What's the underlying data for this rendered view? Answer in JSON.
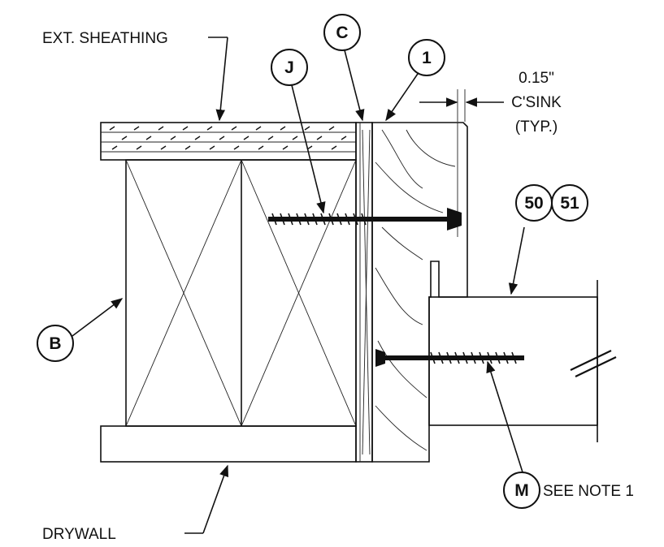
{
  "labels": {
    "ext_sheathing": "EXT. SHEATHING",
    "drywall": "DRYWALL",
    "countersink_dim": "0.15\"",
    "countersink_text": "C'SINK",
    "countersink_typ": "(TYP.)",
    "see_note": "SEE NOTE 1"
  },
  "callouts": {
    "b": "B",
    "c": "C",
    "one": "1",
    "j": "J",
    "fifty": "50",
    "fiftyone": "51",
    "m": "M"
  }
}
